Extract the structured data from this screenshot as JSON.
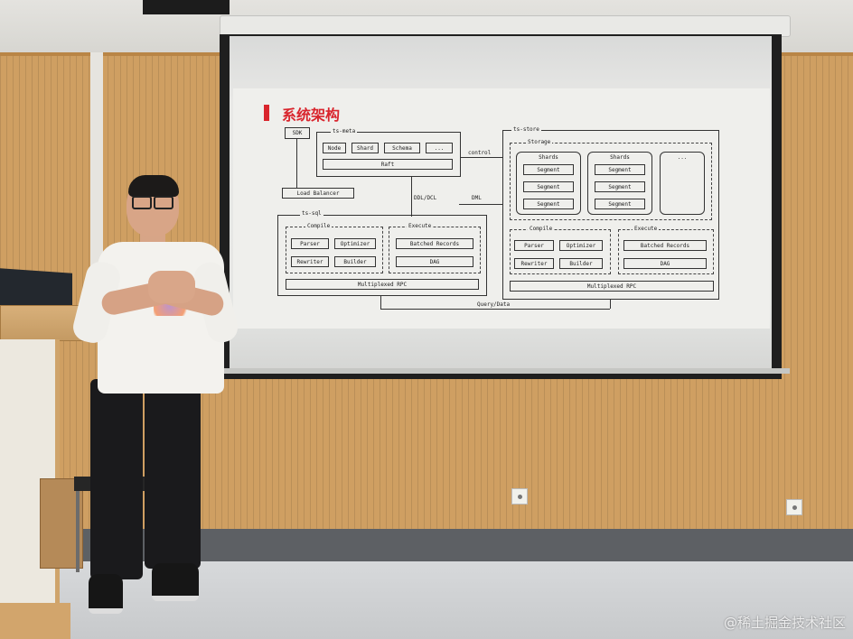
{
  "slide": {
    "title": "系统架构",
    "diagram": {
      "sdk": "SDK",
      "ts_meta": {
        "label": "ts-meta",
        "items": [
          "Node",
          "Shard",
          "Schema",
          "..."
        ],
        "raft": "Raft"
      },
      "load_balancer": "Load Balancer",
      "edge_ddl_dcl": "DDL/DCL",
      "edge_dml": "DML",
      "edge_control": "control",
      "edge_query_data": "Query/Data",
      "ts_sql": {
        "label": "ts-sql",
        "compile_label": "Compile",
        "compile_items": [
          "Parser",
          "Optimizer",
          "Rewriter",
          "Builder"
        ],
        "execute_label": "Execute",
        "execute_items": [
          "Batched Records",
          "DAG"
        ],
        "rpc": "Multiplexed RPC"
      },
      "ts_store": {
        "label": "ts-store",
        "storage_label": "Storage",
        "shard_groups": [
          {
            "label": "Shards",
            "segments": [
              "Segment",
              "Segment",
              "Segment"
            ]
          },
          {
            "label": "Shards",
            "segments": [
              "Segment",
              "Segment",
              "Segment"
            ]
          },
          {
            "label": "...",
            "segments": []
          }
        ],
        "compile_label": "Compile",
        "compile_items": [
          "Parser",
          "Optimizer",
          "Rewriter",
          "Builder"
        ],
        "execute_label": "Execute",
        "execute_items": [
          "Batched Records",
          "DAG"
        ],
        "rpc": "Multiplexed RPC"
      }
    }
  },
  "watermark": "@稀土掘金技术社区"
}
